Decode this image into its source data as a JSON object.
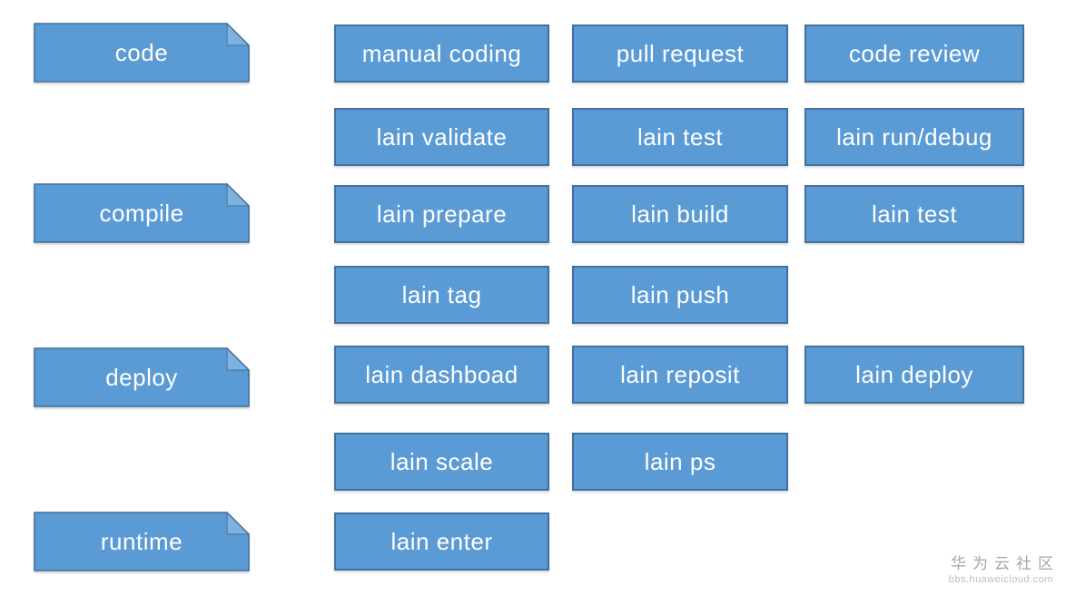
{
  "diagram": {
    "colors": {
      "box_fill": "#5b9bd5",
      "box_border": "#41719c",
      "label_text": "#ffffff"
    },
    "stages": [
      {
        "label": "code"
      },
      {
        "label": "compile"
      },
      {
        "label": "deploy"
      },
      {
        "label": "runtime"
      }
    ],
    "rows": [
      {
        "cells": [
          "manual coding",
          "pull request",
          "code review"
        ]
      },
      {
        "cells": [
          "lain validate",
          "lain test",
          "lain run/debug"
        ]
      },
      {
        "cells": [
          "lain prepare",
          "lain build",
          "lain test"
        ]
      },
      {
        "cells": [
          "lain tag",
          "lain push"
        ]
      },
      {
        "cells": [
          "lain dashboad",
          "lain reposit",
          "lain deploy"
        ]
      },
      {
        "cells": [
          "lain scale",
          "lain ps"
        ]
      },
      {
        "cells": [
          "lain enter"
        ]
      }
    ]
  },
  "watermark": {
    "title": "华为云社区",
    "url": "bbs.huaweicloud.com"
  }
}
